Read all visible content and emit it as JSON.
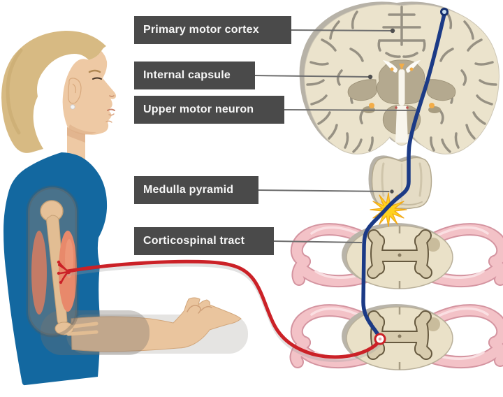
{
  "diagram": {
    "labels": [
      {
        "id": "primary-motor-cortex",
        "text": "Primary motor cortex"
      },
      {
        "id": "internal-capsule",
        "text": "Internal capsule"
      },
      {
        "id": "upper-motor-neuron",
        "text": "Upper motor neuron"
      },
      {
        "id": "medulla-pyramid",
        "text": "Medulla pyramid"
      },
      {
        "id": "corticospinal-tract",
        "text": "Corticospinal tract"
      }
    ],
    "colors": {
      "label_background": "#4a4a4a",
      "label_text": "#f7f7f7",
      "leader_line": "#6e6e6e",
      "upper_motor_neuron_blue": "#1b3a86",
      "lower_motor_neuron_red": "#cb2127",
      "decussation_yellow": "#ffd21e",
      "brain_tissue": "#ebe3cc",
      "deep_structures_tan": "#b4a98f",
      "nerve_root_pink": "#f3c2c7",
      "spinal_cord_beige": "#eae1c8",
      "gray_matter_tan": "#d8ccae",
      "skin": "#eec9a4",
      "hair": "#d7ba83",
      "shirt_blue": "#1368a0"
    }
  }
}
